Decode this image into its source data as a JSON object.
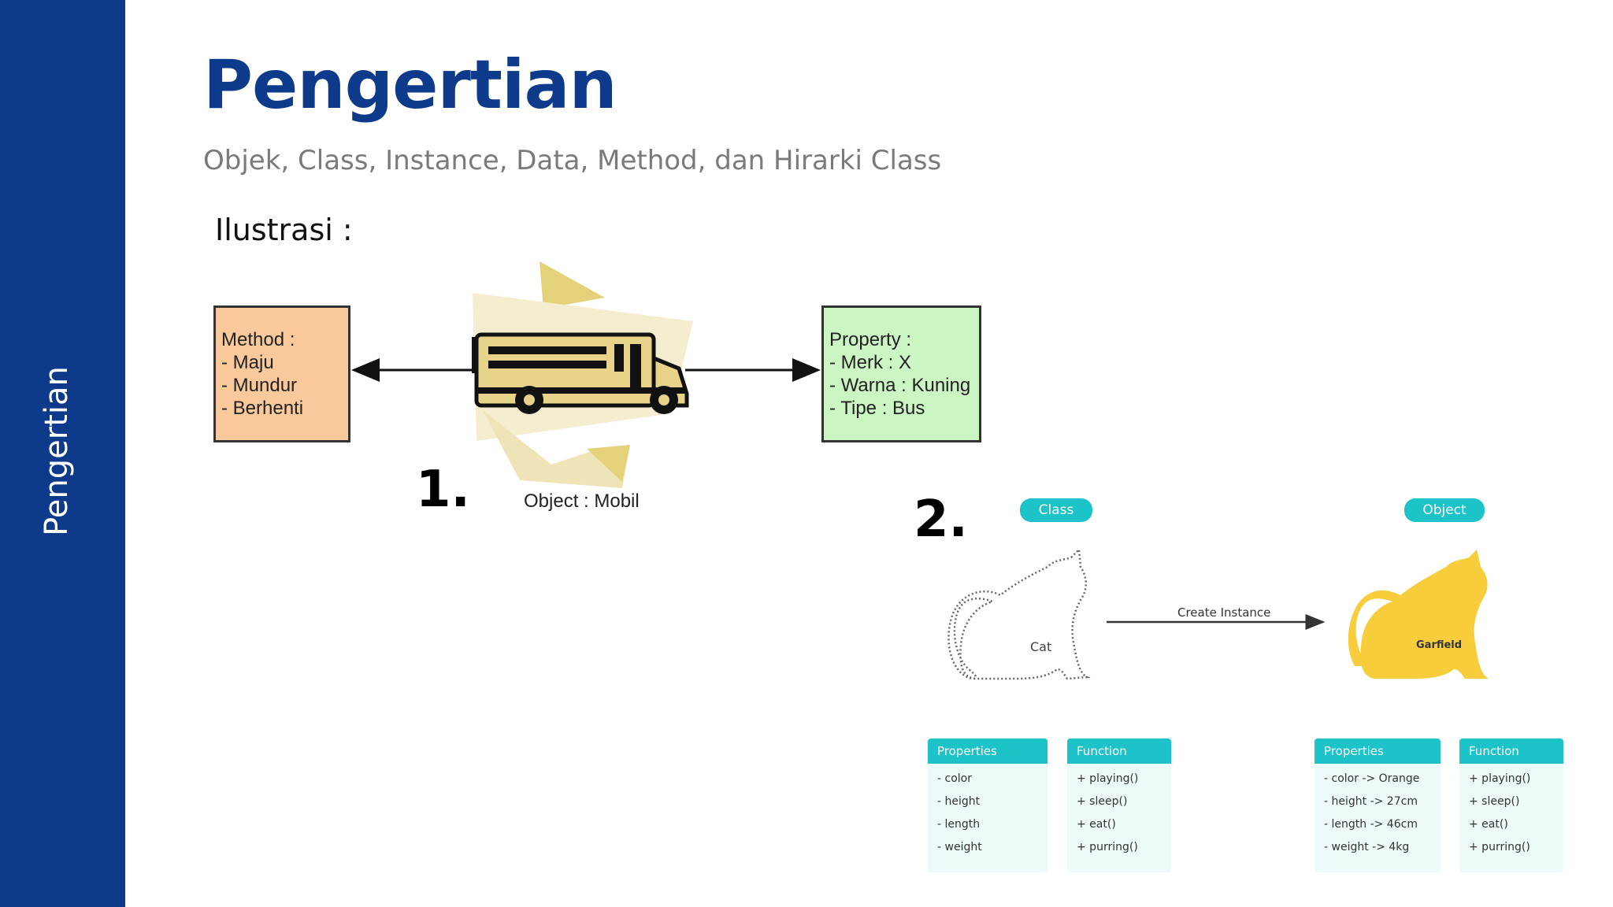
{
  "sidebar": {
    "label": "Pengertian"
  },
  "header": {
    "title": "Pengertian",
    "subtitle": "Objek, Class, Instance, Data, Method, dan Hirarki Class"
  },
  "illustration_label": "Ilustrasi :",
  "diagram1": {
    "number": "1.",
    "method_lines": [
      "Method :",
      "- Maju",
      "- Mundur",
      "- Berhenti"
    ],
    "property_lines": [
      "Property :",
      "- Merk : X",
      "- Warna : Kuning",
      "- Tipe : Bus"
    ],
    "object_caption": "Object : Mobil",
    "colors": {
      "method_fill": "#f9c99c",
      "property_fill": "#ccf5c4",
      "bus_fill": "#e8d38a"
    }
  },
  "diagram2": {
    "number": "2.",
    "class_pill": "Class",
    "object_pill": "Object",
    "class_name": "Cat",
    "instance_name": "Garfield",
    "arrow_label": "Create Instance",
    "colors": {
      "accent": "#1cc3c9",
      "instance_fill": "#f7cd3c"
    },
    "class_properties": {
      "header": "Properties",
      "items": [
        "- color",
        "- height",
        "- length",
        "- weight"
      ]
    },
    "class_functions": {
      "header": "Function",
      "items": [
        "+ playing()",
        "+ sleep()",
        "+ eat()",
        "+ purring()"
      ]
    },
    "object_properties": {
      "header": "Properties",
      "items": [
        "- color -> Orange",
        "- height -> 27cm",
        "- length -> 46cm",
        "- weight -> 4kg"
      ]
    },
    "object_functions": {
      "header": "Function",
      "items": [
        "+ playing()",
        "+ sleep()",
        "+ eat()",
        "+ purring()"
      ]
    }
  }
}
